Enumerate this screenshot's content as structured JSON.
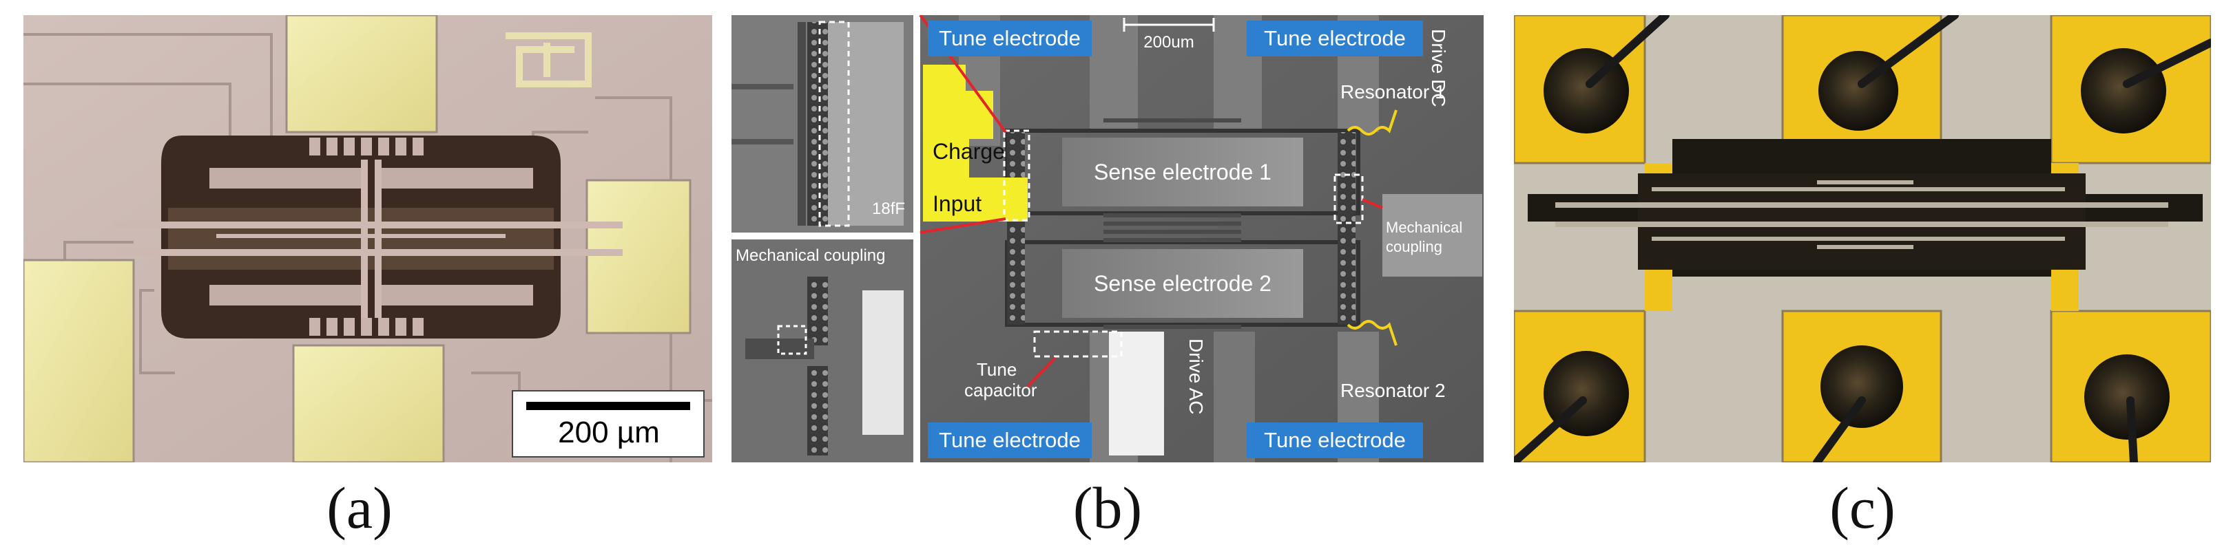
{
  "captions": {
    "a": "(a)",
    "b": "(b)",
    "c": "(c)"
  },
  "panel_a": {
    "scale_bar": "200 µm"
  },
  "panel_b": {
    "scale_bar": "200um",
    "tune_electrode_top_left": "Tune electrode",
    "tune_electrode_top_right": "Tune electrode",
    "tune_electrode_bottom_left": "Tune electrode",
    "tune_electrode_bottom_right": "Tune electrode",
    "drive_dc": "Drive DC",
    "drive_ac": "Drive AC",
    "resonator_1": "Resonator 1",
    "resonator_2": "Resonator 2",
    "charge": "Charge",
    "input": "Input",
    "sense_electrode_1": "Sense electrode 1",
    "sense_electrode_2": "Sense electrode 2",
    "mech_coupling_right_line1": "Mechanical",
    "mech_coupling_right_line2": "coupling",
    "mech_coupling_inset": "Mechanical coupling",
    "tune_capacitor_line1": "Tune",
    "tune_capacitor_line2": "capacitor",
    "capacitance": "18fF"
  },
  "colors": {
    "label_blue": "#2d7fd0",
    "label_yellow": "#f4ee2a",
    "gold": "#f0c21c",
    "arrow_red": "#e3242b"
  }
}
